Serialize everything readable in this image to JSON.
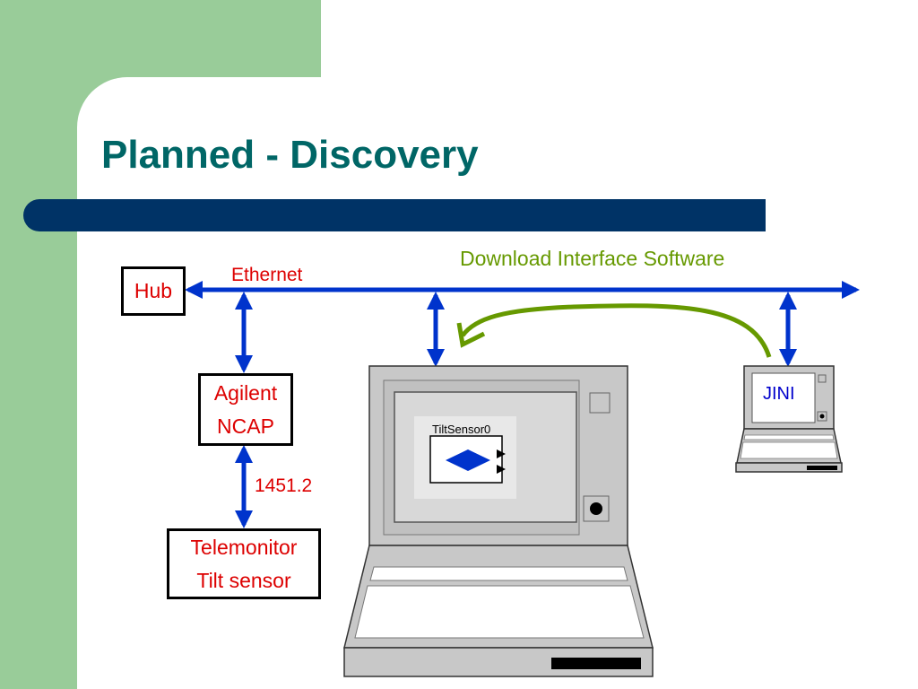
{
  "title": "Planned - Discovery",
  "colors": {
    "accent_green": "#99cc99",
    "title_teal": "#006666",
    "bar_navy": "#003366",
    "arrow_blue": "#0033cc",
    "label_red": "#dd0000",
    "label_green": "#669900",
    "device_gray": "#c8c8c8"
  },
  "diagram": {
    "network_label": "Ethernet",
    "download_label": "Download Interface Software",
    "hub_label": "Hub",
    "ncap_lines": [
      "Agilent",
      "NCAP"
    ],
    "bus_label": "1451.2",
    "sensor_lines": [
      "Telemonitor",
      "Tilt sensor"
    ],
    "screen_block_label": "TiltSensor0",
    "jini_label": "JINI"
  }
}
